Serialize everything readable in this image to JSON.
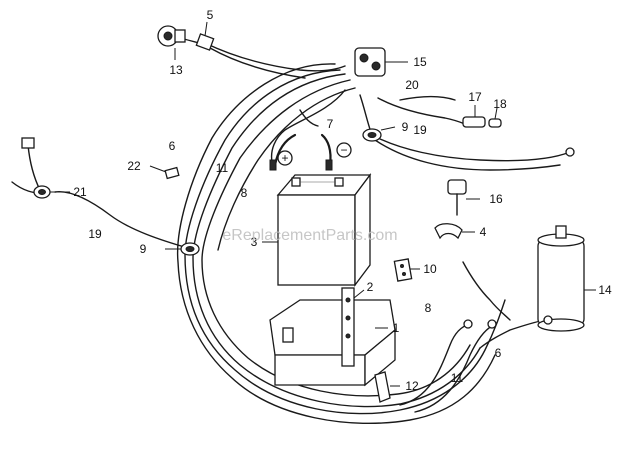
{
  "watermark": "eReplacementParts.com",
  "labels": {
    "l1": "1",
    "l2": "2",
    "l3": "3",
    "l4": "4",
    "l5": "5",
    "l6a": "6",
    "l6b": "6",
    "l7": "7",
    "l8a": "8",
    "l8b": "8",
    "l9a": "9",
    "l9b": "9",
    "l10": "10",
    "l11a": "11",
    "l11b": "11",
    "l12": "12",
    "l13": "13",
    "l14": "14",
    "l15": "15",
    "l16": "16",
    "l17": "17",
    "l18": "18",
    "l19a": "19",
    "l19b": "19",
    "l20": "20",
    "l21": "21",
    "l22": "22"
  },
  "terminals": {
    "plus": "+",
    "minus": "−"
  }
}
